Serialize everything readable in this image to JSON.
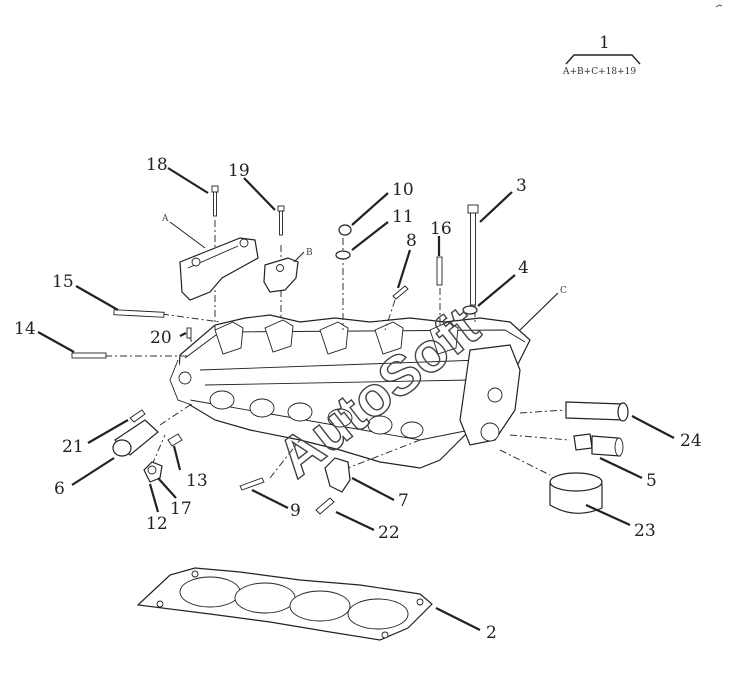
{
  "header": {
    "assembly_number": "1",
    "assembly_formula": "A+B+C+18+19"
  },
  "watermark": "AutoSoft",
  "letters": {
    "a": "A",
    "b": "B",
    "c": "C"
  },
  "callouts": {
    "n2": "2",
    "n3": "3",
    "n4": "4",
    "n5": "5",
    "n6": "6",
    "n7": "7",
    "n8": "8",
    "n9": "9",
    "n10": "10",
    "n11": "11",
    "n12": "12",
    "n13": "13",
    "n14": "14",
    "n15": "15",
    "n16": "16",
    "n17": "17",
    "n18": "18",
    "n19": "19",
    "n20": "20",
    "n21": "21",
    "n22": "22",
    "n23": "23",
    "n24": "24"
  }
}
